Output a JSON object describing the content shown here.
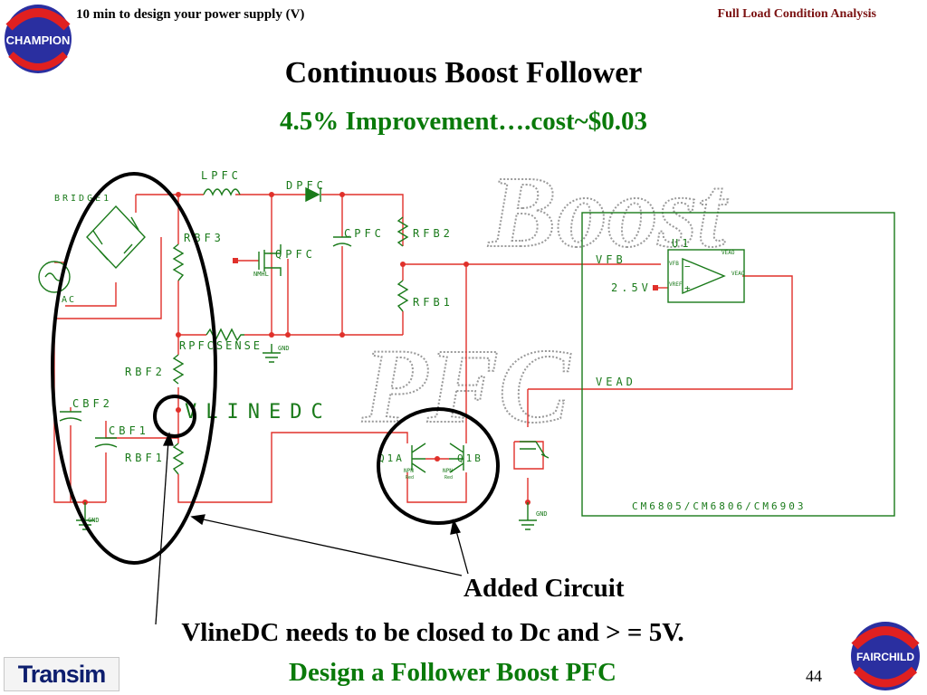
{
  "header": {
    "left_text": "10 min to design your power supply (V)",
    "right_text": "Full Load Condition Analysis"
  },
  "title": "Continuous Boost Follower",
  "subtitle": "4.5% Improvement….cost~$0.03",
  "watermark": {
    "line1": "Boost",
    "line2": "PFC"
  },
  "schematic": {
    "labels": {
      "bridge": "BRIDGE1",
      "ac": "AC",
      "lpfc": "LPFC",
      "dpfc": "DPFC",
      "cpfc": "CPFC",
      "rfb2": "RFB2",
      "rfb1": "RFB1",
      "rbf3": "RBF3",
      "qpfc": "QPFC",
      "nmhl": "NMHL",
      "rpfcsense": "RPFCSENSE",
      "gnd1": "GND",
      "rbf2": "RBF2",
      "cbf2": "CBF2",
      "cbf1": "CBF1",
      "rbf1": "RBF1",
      "vlinedc": "VLINEDC",
      "gnd2": "GND",
      "q1a": "Q1A",
      "q1b": "Q1B",
      "npn_a": "NPN",
      "npn_b": "NPN",
      "red_a": "Red",
      "red_b": "Red",
      "gnd3": "GND",
      "u1": "U1",
      "vfb": "VFB",
      "vfb_pin": "VFB",
      "vead_pin_top": "VEAO",
      "vead_pin_out": "VEAO",
      "vref_pin": "VREF",
      "vref": "2.5V",
      "vead": "VEAD",
      "chip": "CM6805/CM6806/CM6903",
      "minus": "−",
      "plus": "+"
    }
  },
  "annotations": {
    "added_circuit": "Added Circuit",
    "note": "VlineDC needs to be closed to Dc and > = 5V.",
    "footer": "Design a Follower Boost PFC"
  },
  "page_number": "44",
  "logos": {
    "transim": "Transim",
    "champion_text": "CHAMPION",
    "fairchild_text": "FAIRCHILD"
  },
  "colors": {
    "wire": "#e0302a",
    "component": "#1a7a1a",
    "title_green": "#0a7a0a",
    "header_right": "#7a1010",
    "highlight": "#000000"
  }
}
